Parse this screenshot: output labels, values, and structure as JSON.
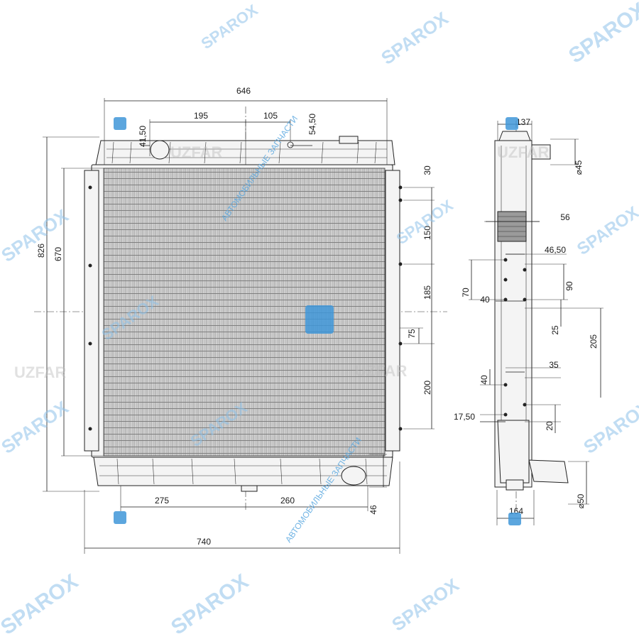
{
  "drawing": {
    "front_view": {
      "dimensions": {
        "top_width": "646",
        "upper_left_offset": "41,50",
        "upper_segment_1": "195",
        "upper_segment_2": "105",
        "upper_right_offset": "54,50",
        "outer_height": "826",
        "core_height": "670",
        "right_v1": "30",
        "right_v2": "150",
        "right_v3": "185",
        "right_v4": "75",
        "right_v5": "200",
        "bottom_segment_1": "275",
        "bottom_segment_2": "260",
        "bottom_height": "46",
        "overall_width": "740"
      }
    },
    "side_view": {
      "dimensions": {
        "top_depth": "137",
        "top_pipe_diameter": "⌀45",
        "neck_depth": "56",
        "hole_spacing_1": "46,50",
        "hole_v1": "70",
        "hole_h1": "40",
        "hole_v2": "90",
        "hole_v3": "25",
        "hole_v4": "205",
        "hole_h2": "35",
        "hole_v5": "40",
        "hole_h3": "17,50",
        "hole_v6": "20",
        "bottom_pipe_diameter": "⌀50",
        "bottom_depth": "164"
      }
    },
    "watermarks": {
      "sparox": "SPAROX",
      "uzfar": "UZFAR",
      "auto_parts": "АВТОМОБИЛЬНЫЕ ЗАПЧАСТИ"
    },
    "colors": {
      "line": "#1a1a1a",
      "watermark": "#5aa8e0",
      "badge": "#3f97d8"
    }
  }
}
